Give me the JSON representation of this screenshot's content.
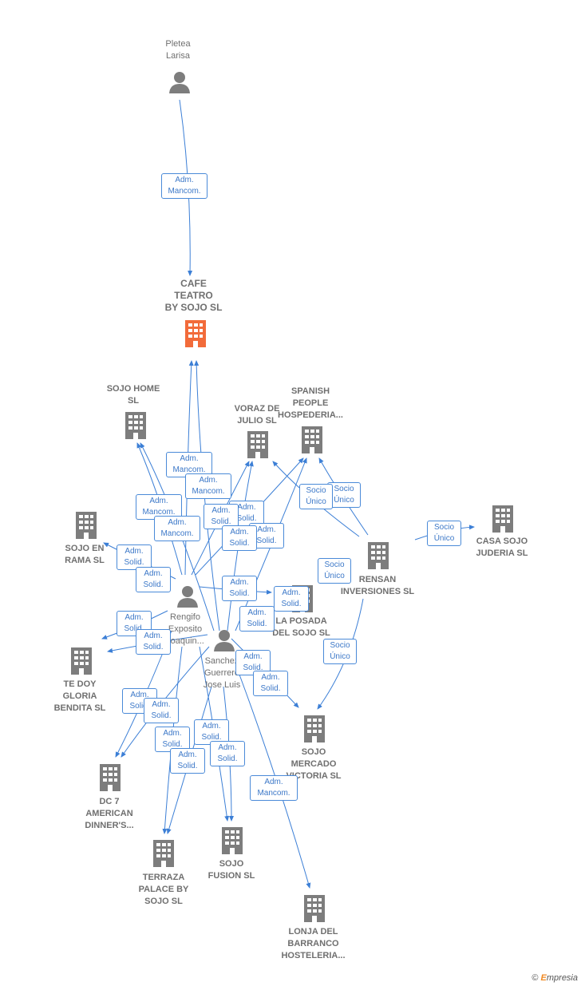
{
  "colors": {
    "link": "#3c7fd6",
    "company_icon": "#7d7d7d",
    "focus_icon": "#f26b3a",
    "person_icon": "#7d7d7d"
  },
  "nodes": {
    "pletea": {
      "label": "Pletea\nLarisa",
      "icon": "person-icon"
    },
    "cafe": {
      "label": "CAFE\nTEATRO\nBY SOJO SL",
      "icon": "building-icon"
    },
    "sojo_home": {
      "label": "SOJO HOME\nSL",
      "icon": "building-icon"
    },
    "voraz": {
      "label": "VORAZ DE\nJULIO SL",
      "icon": "building-icon"
    },
    "spanish": {
      "label": "SPANISH\nPEOPLE\nHOSPEDERIA...",
      "icon": "building-icon"
    },
    "sojo_rama": {
      "label": "SOJO EN\nRAMA SL",
      "icon": "building-icon"
    },
    "rensan": {
      "label": "RENSAN\nINVERSIONES SL",
      "icon": "building-icon"
    },
    "casa_sojo": {
      "label": "CASA SOJO\nJUDERIA SL",
      "icon": "building-icon"
    },
    "rengifo": {
      "label": "Rengifo\nExposito\nJoaquin...",
      "icon": "person-icon"
    },
    "posada": {
      "label": "LA POSADA\nDEL SOJO SL",
      "icon": "building-icon"
    },
    "sanchez": {
      "label": "Sanchez\nGuerrero\nJose Luis",
      "icon": "person-icon"
    },
    "te_doy": {
      "label": "TE DOY\nGLORIA\nBENDITA SL",
      "icon": "building-icon"
    },
    "mercado": {
      "label": "SOJO\nMERCADO\nVICTORIA SL",
      "icon": "building-icon"
    },
    "dc7": {
      "label": "DC 7\nAMERICAN\nDINNER'S...",
      "icon": "building-icon"
    },
    "terraza": {
      "label": "TERRAZA\nPALACE BY\nSOJO SL",
      "icon": "building-icon"
    },
    "fusion": {
      "label": "SOJO\nFUSION SL",
      "icon": "building-icon"
    },
    "lonja": {
      "label": "LONJA DEL\nBARRANCO\nHOSTELERIA...",
      "icon": "building-icon"
    }
  },
  "relations": [
    "Adm.\nMancom.",
    "Adm.\nMancom.",
    "Adm.\nMancom.",
    "Adm.\nMancom.",
    "Adm.\nMancom.",
    "Adm.\nSolid.",
    "Adm.\nSolid.",
    "Adm.\nSolid.",
    "Adm.\nSolid.",
    "Adm.\nSolid.",
    "Socio\nÚnico",
    "Socio\nÚnico",
    "Socio\nÚnico",
    "Socio\nÚnico",
    "Socio\nÚnico",
    "Adm.\nSolid.",
    "Adm.\nSolid.",
    "Adm.\nSolid.",
    "Adm.\nSolid.",
    "Adm.\nSolid.",
    "Adm.\nSolid.",
    "Adm.\nSolid.",
    "Adm.\nSolid.",
    "Adm.\nSolid.",
    "Adm.\nSolid.",
    "Adm.\nSolid.",
    "Adm.\nSolid.",
    "Adm.\nSolid.",
    "Adm.\nSolid.",
    "Adm.\nSolid.",
    "Adm.\nMancom."
  ],
  "brand": {
    "copyright": "©",
    "name_initial": "E",
    "name_rest": "mpresia"
  }
}
